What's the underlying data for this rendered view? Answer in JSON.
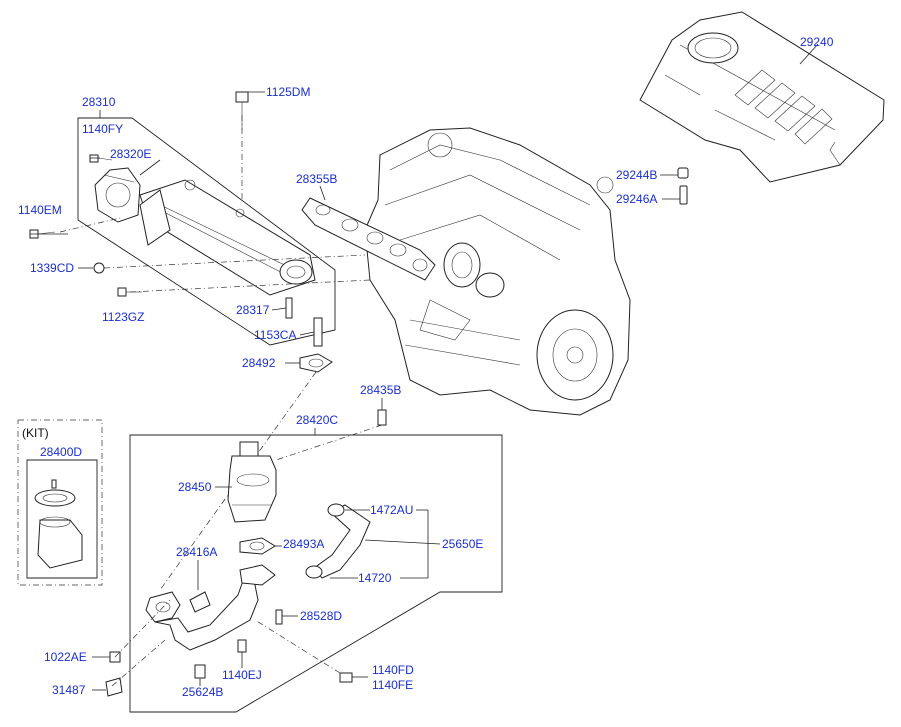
{
  "labels": {
    "l29240": "29240",
    "l1125DM": "1125DM",
    "l28310": "28310",
    "l1140FY": "1140FY",
    "l28320E": "28320E",
    "l28355B": "28355B",
    "l1140EM": "1140EM",
    "l29244B": "29244B",
    "l29246A": "29246A",
    "l1339CD": "1339CD",
    "l1123GZ": "1123GZ",
    "l28317": "28317",
    "l1153CA": "1153CA",
    "l28492": "28492",
    "l28435B": "28435B",
    "l28420C": "28420C",
    "lKIT": "(KIT)",
    "l28400D": "28400D",
    "l28450": "28450",
    "l1472AU": "1472AU",
    "l25650E": "25650E",
    "l28493A": "28493A",
    "l28416A": "28416A",
    "l14720": "14720",
    "l28528D": "28528D",
    "l1022AE": "1022AE",
    "l1140EJ": "1140EJ",
    "l1140FD": "1140FD",
    "l1140FE": "1140FE",
    "l31487": "31487",
    "l25624B": "25624B"
  }
}
